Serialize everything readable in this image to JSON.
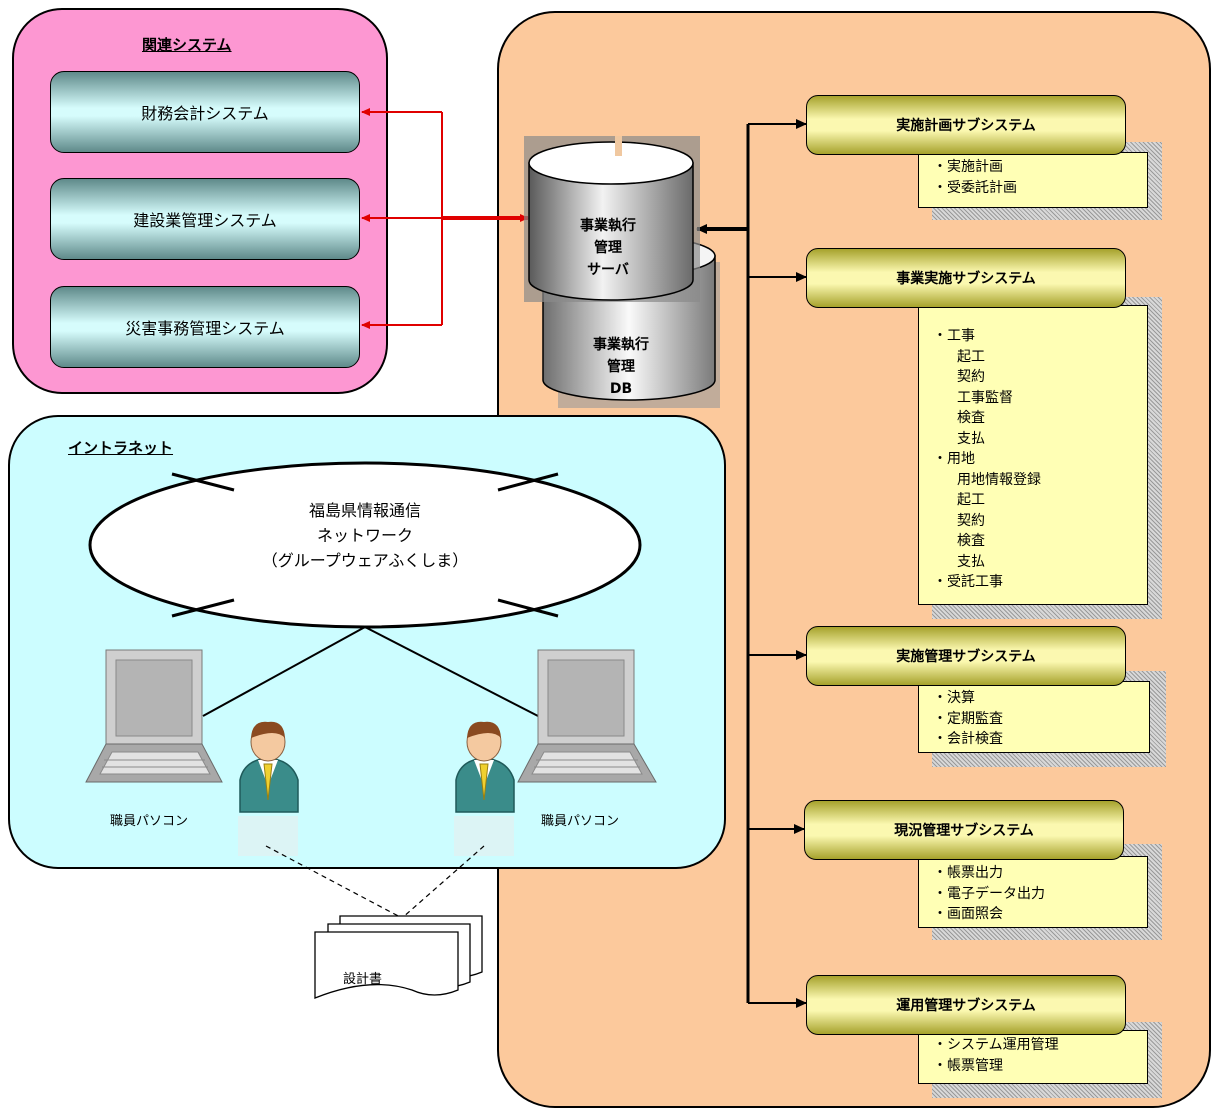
{
  "related": {
    "title": "関連システム",
    "systems": [
      "財務会計システム",
      "建設業管理システム",
      "災害事務管理システム"
    ]
  },
  "intranet": {
    "title": "イントラネット",
    "network_lines": [
      "福島県情報通信",
      "ネットワーク",
      "（グループウェアふくしま）"
    ],
    "pc_left_label": "職員パソコン",
    "pc_right_label": "職員パソコン",
    "document_label": "設計書"
  },
  "server": {
    "server_lines": [
      "事業執行",
      "管理",
      "サーバ"
    ],
    "db_lines": [
      "事業執行",
      "管理",
      "DB"
    ]
  },
  "subsystems": [
    {
      "name": "実施計画サブシステム",
      "items": [
        {
          "text": "・実施計画",
          "level": 0
        },
        {
          "text": "・受委託計画",
          "level": 0
        }
      ]
    },
    {
      "name": "事業実施サブシステム",
      "items": [
        {
          "text": "・工事",
          "level": 0
        },
        {
          "text": "起工",
          "level": 1
        },
        {
          "text": "契約",
          "level": 1
        },
        {
          "text": "工事監督",
          "level": 1
        },
        {
          "text": "検査",
          "level": 1
        },
        {
          "text": "支払",
          "level": 1
        },
        {
          "text": "・用地",
          "level": 0
        },
        {
          "text": "用地情報登録",
          "level": 1
        },
        {
          "text": "起工",
          "level": 1
        },
        {
          "text": "契約",
          "level": 1
        },
        {
          "text": "検査",
          "level": 1
        },
        {
          "text": "支払",
          "level": 1
        },
        {
          "text": "・受託工事",
          "level": 0
        }
      ]
    },
    {
      "name": "実施管理サブシステム",
      "items": [
        {
          "text": "・決算",
          "level": 0
        },
        {
          "text": "・定期監査",
          "level": 0
        },
        {
          "text": "・会計検査",
          "level": 0
        }
      ]
    },
    {
      "name": "現況管理サブシステム",
      "items": [
        {
          "text": "・帳票出力",
          "level": 0
        },
        {
          "text": "・電子データ出力",
          "level": 0
        },
        {
          "text": "・画面照会",
          "level": 0
        }
      ]
    },
    {
      "name": "運用管理サブシステム",
      "items": [
        {
          "text": "・システム運用管理",
          "level": 0
        },
        {
          "text": "・帳票管理",
          "level": 0
        }
      ]
    }
  ],
  "colors": {
    "related_panel": "#fd97d2",
    "intranet_panel": "#ccfdff",
    "main_panel": "#fcc99c",
    "memo": "#ffffb5",
    "connector_red": "#e00000"
  }
}
